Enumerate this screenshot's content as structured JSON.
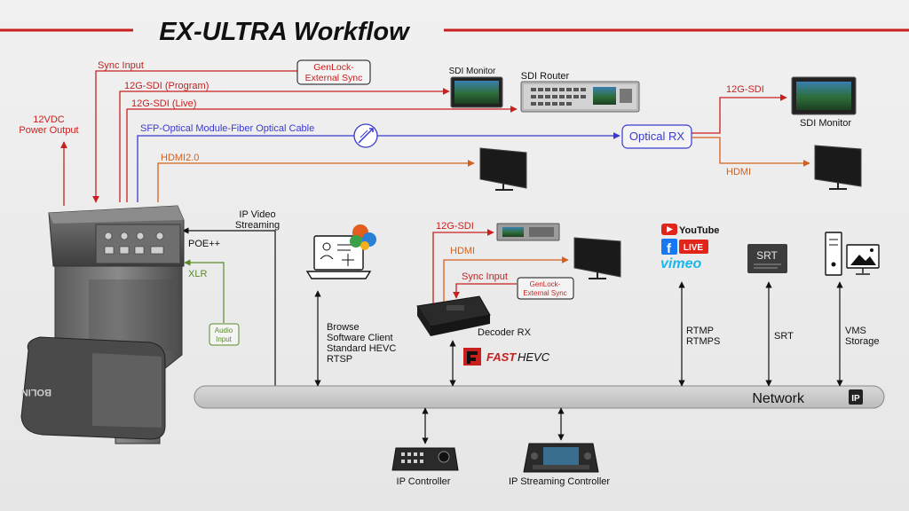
{
  "title": "EX-ULTRA Workflow",
  "colors": {
    "red": "#c8201f",
    "blue": "#3a3acf",
    "orange": "#d4601c",
    "green": "#5a8a2a",
    "black": "#111111"
  },
  "labels": {
    "sync_input": "Sync Input",
    "genlock": [
      "GenLock-",
      "External Sync"
    ],
    "sdi_program": "12G-SDI (Program)",
    "sdi_live": "12G-SDI (Live)",
    "sfp": "SFP-Optical Module-Fiber Optical Cable",
    "hdmi20": "HDMI2.0",
    "power": [
      "12VDC",
      "Power Output"
    ],
    "sdi_monitor_top": "SDI Monitor",
    "sdi_router": "SDI Router",
    "optical_rx": "Optical RX",
    "rx_sdi": "12G-SDI",
    "rx_hdmi": "HDMI",
    "sdi_monitor_right": "SDI Monitor",
    "ip_video": [
      "IP Video",
      "Streaming"
    ],
    "poe": "POE++",
    "xlr": "XLR",
    "audio_input": [
      "Audio",
      "Input"
    ],
    "browse": [
      "Browse",
      "Software Client",
      "Standard HEVC",
      "RTSP"
    ],
    "dec_sdi": "12G-SDI",
    "dec_hdmi": "HDMI",
    "dec_sync": "Sync Input",
    "dec_genlock": [
      "GenLock-",
      "External Sync"
    ],
    "decoder_rx": "Decoder RX",
    "fast_hevc_a": "FAST",
    "fast_hevc_b": "HEVC",
    "youtube": "YouTube",
    "live": "LIVE",
    "vimeo": "vimeo",
    "rtmp": [
      "RTMP",
      "RTMPS"
    ],
    "srt_logo": "SRT",
    "srt": "SRT",
    "vms": [
      "VMS",
      "Storage"
    ],
    "network": "Network",
    "ip_badge": "IP",
    "ip_controller": "IP Controller",
    "ip_streaming_controller": "IP Streaming Controller",
    "camera_brand": "BOLIN"
  }
}
